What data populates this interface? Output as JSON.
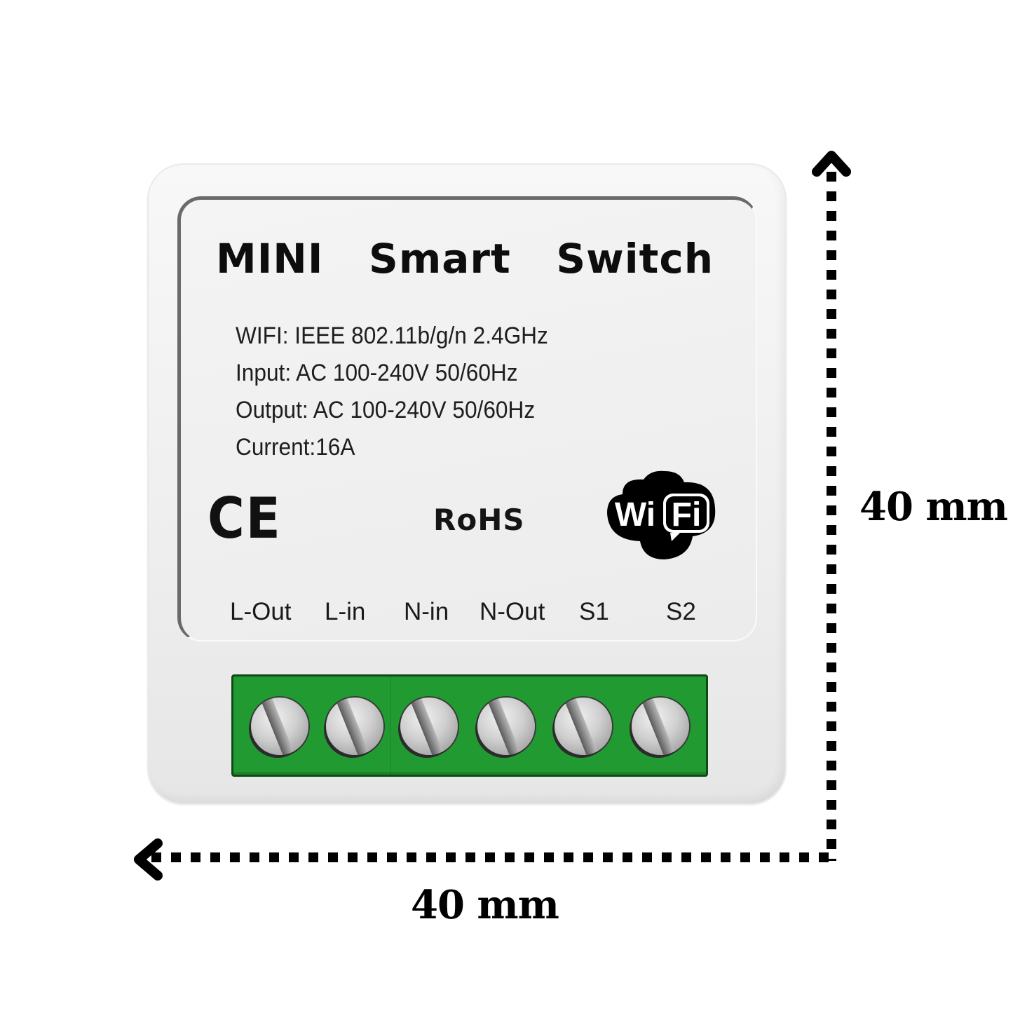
{
  "product": {
    "title_words": [
      "MINI",
      "Smart",
      "Switch"
    ],
    "specs": [
      "WIFI: IEEE 802.11b/g/n 2.4GHz",
      "Input: AC 100-240V 50/60Hz",
      "Output: AC 100-240V 50/60Hz",
      "Current:16A"
    ],
    "certifications": {
      "ce": "CE",
      "rohs": "RoHS",
      "wifi_logo": {
        "left": "Wi",
        "right": "Fi"
      }
    },
    "terminals": [
      "L-Out",
      "L-in",
      "N-in",
      "N-Out",
      "S1",
      "S2"
    ],
    "terminal_block_color": "#229a32",
    "screw_count": 6
  },
  "dimensions": {
    "height_label": "40 mm",
    "width_label": "40 mm"
  }
}
